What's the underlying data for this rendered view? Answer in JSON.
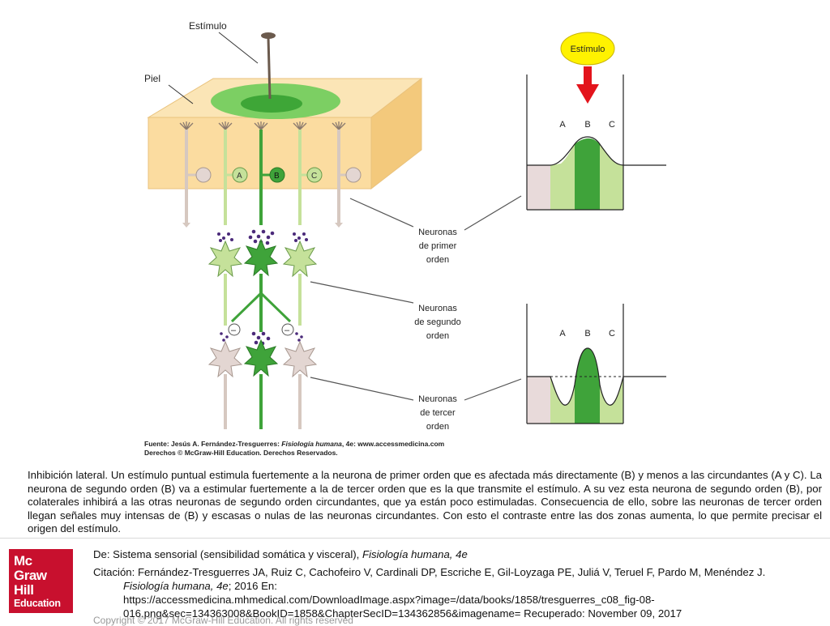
{
  "figure": {
    "labels": {
      "stimulus": "Estímulo",
      "skin": "Piel",
      "first_order": [
        "Neuronas",
        "de primer",
        "orden"
      ],
      "second_order": [
        "Neuronas",
        "de segundo",
        "orden"
      ],
      "third_order": [
        "Neuronas",
        "de tercer",
        "orden"
      ],
      "neuron_a": "A",
      "neuron_b": "B",
      "neuron_c": "C",
      "inhibition_sign": "–",
      "credit_line1_prefix": "Fuente: Jesús A. Fernández-Tresguerres: ",
      "credit_line1_book": "Fisiología humana",
      "credit_line1_suffix": ", 4e: www.accessmedicina.com",
      "credit_line2": "Derechos © McGraw-Hill Education. Derechos Reservados."
    },
    "graph_top": {
      "stimulus_label": "Estímulo",
      "columns": [
        "A",
        "B",
        "C"
      ]
    },
    "graph_bottom": {
      "columns": [
        "A",
        "B",
        "C"
      ]
    },
    "colors": {
      "skin_fill": "#fbe0a8",
      "skin_side": "#f6d089",
      "green_dark": "#3fa33a",
      "green_light": "#c5e19a",
      "neuron_gray": "#e3d6d2",
      "stimulus_yellow": "#fff200",
      "arrow_red": "#e3141c"
    }
  },
  "caption": "Inhibición lateral. Un estímulo puntual estimula fuertemente a la neurona de primer orden que es afectada más directamente (B) y menos a las circundantes (A y C). La neurona de segundo orden (B) va a estimular fuertemente a la de tercer orden que es la que transmite el estímulo. A su vez esta neurona de segundo orden (B), por colaterales inhibirá a las otras neuronas de segundo orden circundantes, que ya están poco estimuladas. Consecuencia de ello, sobre las neuronas de tercer orden llegan señales muy intensas de (B) y escasas o nulas de las neuronas circundantes. Con esto el contraste entre las dos zonas aumenta, lo que permite precisar el origen del estímulo.",
  "logo": {
    "line1": "Mc",
    "line2": "Graw",
    "line3": "Hill",
    "line4": "Education"
  },
  "source": {
    "from_prefix": "De: Sistema sensorial (sensibilidad somática y visceral), ",
    "from_book": "Fisiología humana, 4e",
    "citation_prefix": "Citación: Fernández-Tresguerres JA, Ruiz C, Cachofeiro V, Cardinali DP, Escriche E, Gil-Loyzaga PE, Juliá V, Teruel F, Pardo M, Menéndez J.",
    "citation_book": "Fisiología humana, 4e",
    "citation_after_book": "; 2016 En:",
    "citation_url_line1": "https://accessmedicina.mhmedical.com/DownloadImage.aspx?image=/data/books/1858/tresguerres_c08_fig-08-",
    "citation_url_line2": "016.png&sec=134363008&BookID=1858&ChapterSecID=134362856&imagename= Recuperado: November 09, 2017",
    "copyright": "Copyright © 2017 McGraw-Hill Education. All rights reserved"
  }
}
